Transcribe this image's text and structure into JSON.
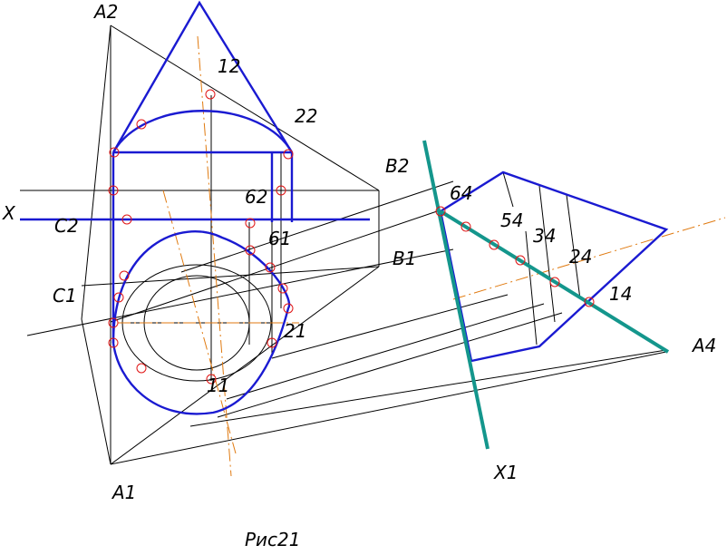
{
  "labels": {
    "a2": "A2",
    "a1": "A1",
    "b2": "B2",
    "b1": "B1",
    "c2": "C2",
    "c1": "C1",
    "x": "X",
    "x1": "X1",
    "a4": "A4",
    "p12": "12",
    "p22": "22",
    "p62": "62",
    "p61": "61",
    "p21": "21",
    "p11": "11",
    "p64": "64",
    "p54": "54",
    "p34": "34",
    "p24": "24",
    "p14": "14"
  },
  "caption": "Рис21",
  "colors": {
    "construction": "#000000",
    "section": "#1a1ad1",
    "cutting_plane": "#14968c",
    "axis": "#e07a10",
    "marker": "#e01515"
  }
}
